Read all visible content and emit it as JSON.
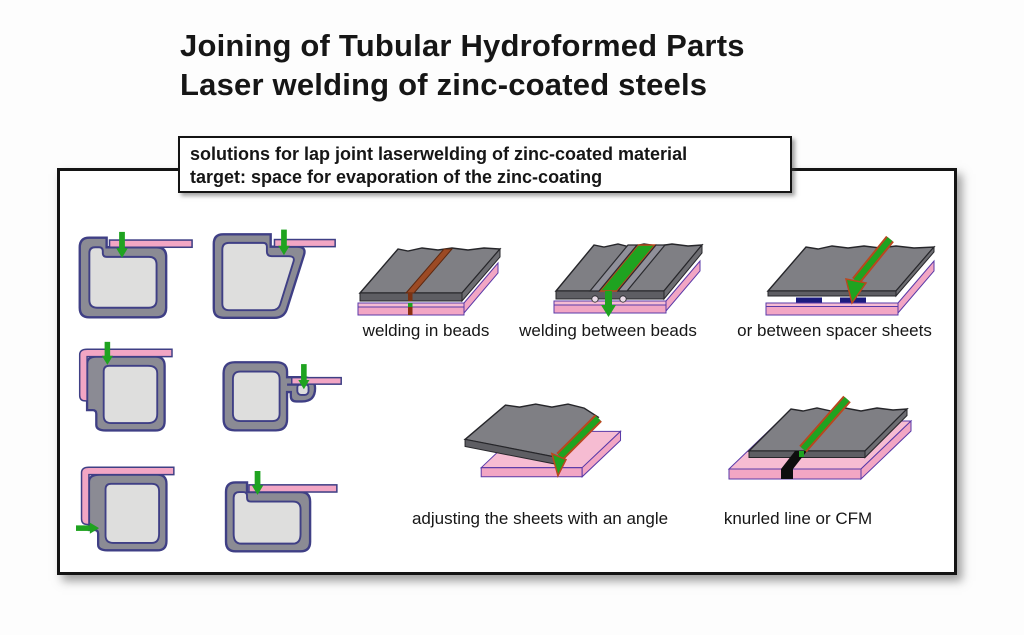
{
  "title": {
    "line1": "Joining of Tubular Hydroformed Parts",
    "line2": "Laser welding of zinc-coated steels"
  },
  "callout": {
    "line1": "solutions for lap joint laserwelding of zinc-coated material",
    "line2": "target: space for evaporation of the zinc-coating"
  },
  "solutions": {
    "row1": [
      {
        "label": "welding in beads"
      },
      {
        "label": "welding between beads"
      },
      {
        "label": "or between spacer sheets"
      }
    ],
    "row2": [
      {
        "label": "adjusting the sheets with an angle"
      },
      {
        "label": "knurled line or CFM"
      }
    ]
  },
  "cross_sections": [
    {
      "icon": "tube-step-notch-sheet-on-top"
    },
    {
      "icon": "tube-slanted-side-sheet-on-step"
    },
    {
      "icon": "tube-sheet-wrapped-corner"
    },
    {
      "icon": "tube-hook-flange-holding-sheet"
    },
    {
      "icon": "tube-sheet-wrapped-full-side"
    },
    {
      "icon": "tube-top-notch-sheet-flush"
    }
  ],
  "colors": {
    "tube_wall": "#8b8b94",
    "tube_outline": "#3f3f85",
    "tube_inner": "#dededd",
    "sheet_pink": "#f2a6c4",
    "arrow_green": "#1fa320",
    "plate_gray_top": "#7f7f84",
    "plate_gray_front": "#5e5e63",
    "plate_gray_side": "#6d6d72",
    "plate_pink_light": "#f6bcd2",
    "plate_pink_front": "#f2a6c4",
    "plate_outline": "#5a3aa8",
    "bead_brown": "#9c4a24",
    "weld_green": "#1fa320",
    "weld_red": "#b9471e",
    "spacer_navy": "#1b1b7e",
    "knurl_black": "#0d0d0d"
  }
}
